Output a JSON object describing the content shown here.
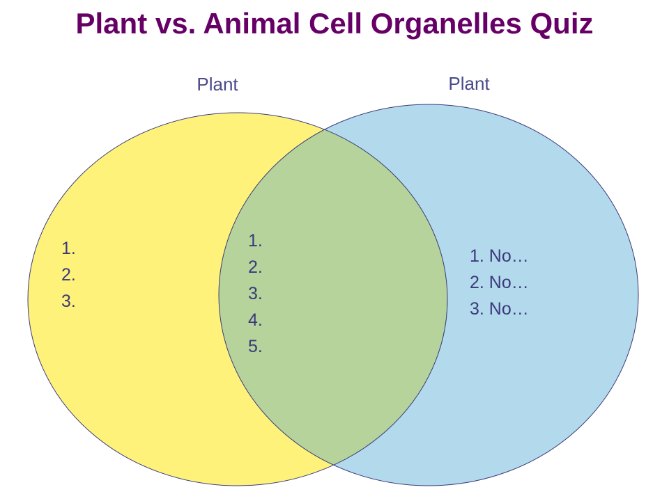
{
  "title": "Plant vs. Animal Cell Organelles Quiz",
  "colors": {
    "title": "#660066",
    "left_circle": "#fff27a",
    "right_circle": "#b3d9ec",
    "overlap": "#b5d39a",
    "outline": "#3a3a7a",
    "label": "#4a4a8a"
  },
  "left_circle": {
    "label": "Plant",
    "items": [
      "1.",
      "2.",
      "3."
    ]
  },
  "overlap": {
    "items": [
      "1.",
      "2.",
      "3.",
      "4.",
      "5."
    ]
  },
  "right_circle": {
    "label": "Plant",
    "items": [
      "1. No…",
      "2. No…",
      "3. No…"
    ]
  }
}
